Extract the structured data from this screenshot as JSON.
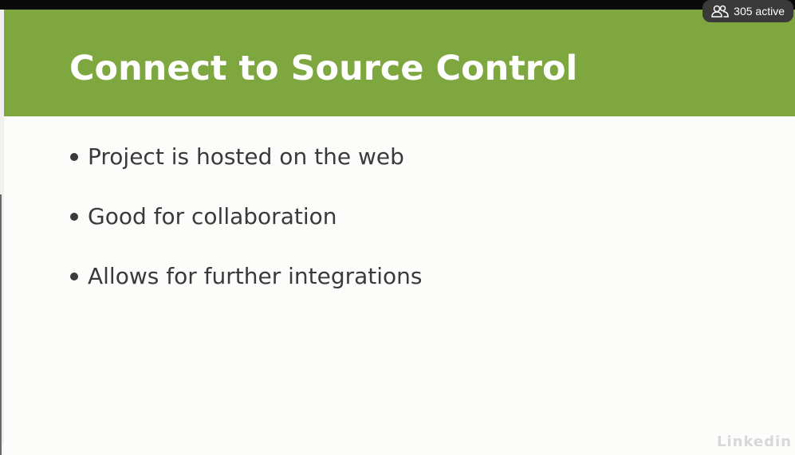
{
  "slide": {
    "title": "Connect to Source Control",
    "bullets": [
      "Project is hosted on the web",
      "Good for collaboration",
      "Allows for further integrations"
    ]
  },
  "viewers": {
    "count_label": "305 active",
    "icon": "people-icon"
  },
  "watermark": {
    "text": "Linkedin"
  },
  "colors": {
    "title_band": "#7ea73f",
    "title_text": "#ffffff",
    "slide_background": "#fcfcfa",
    "bullet_text": "#3a3a3a",
    "pill_background": "#3a3a3a"
  }
}
